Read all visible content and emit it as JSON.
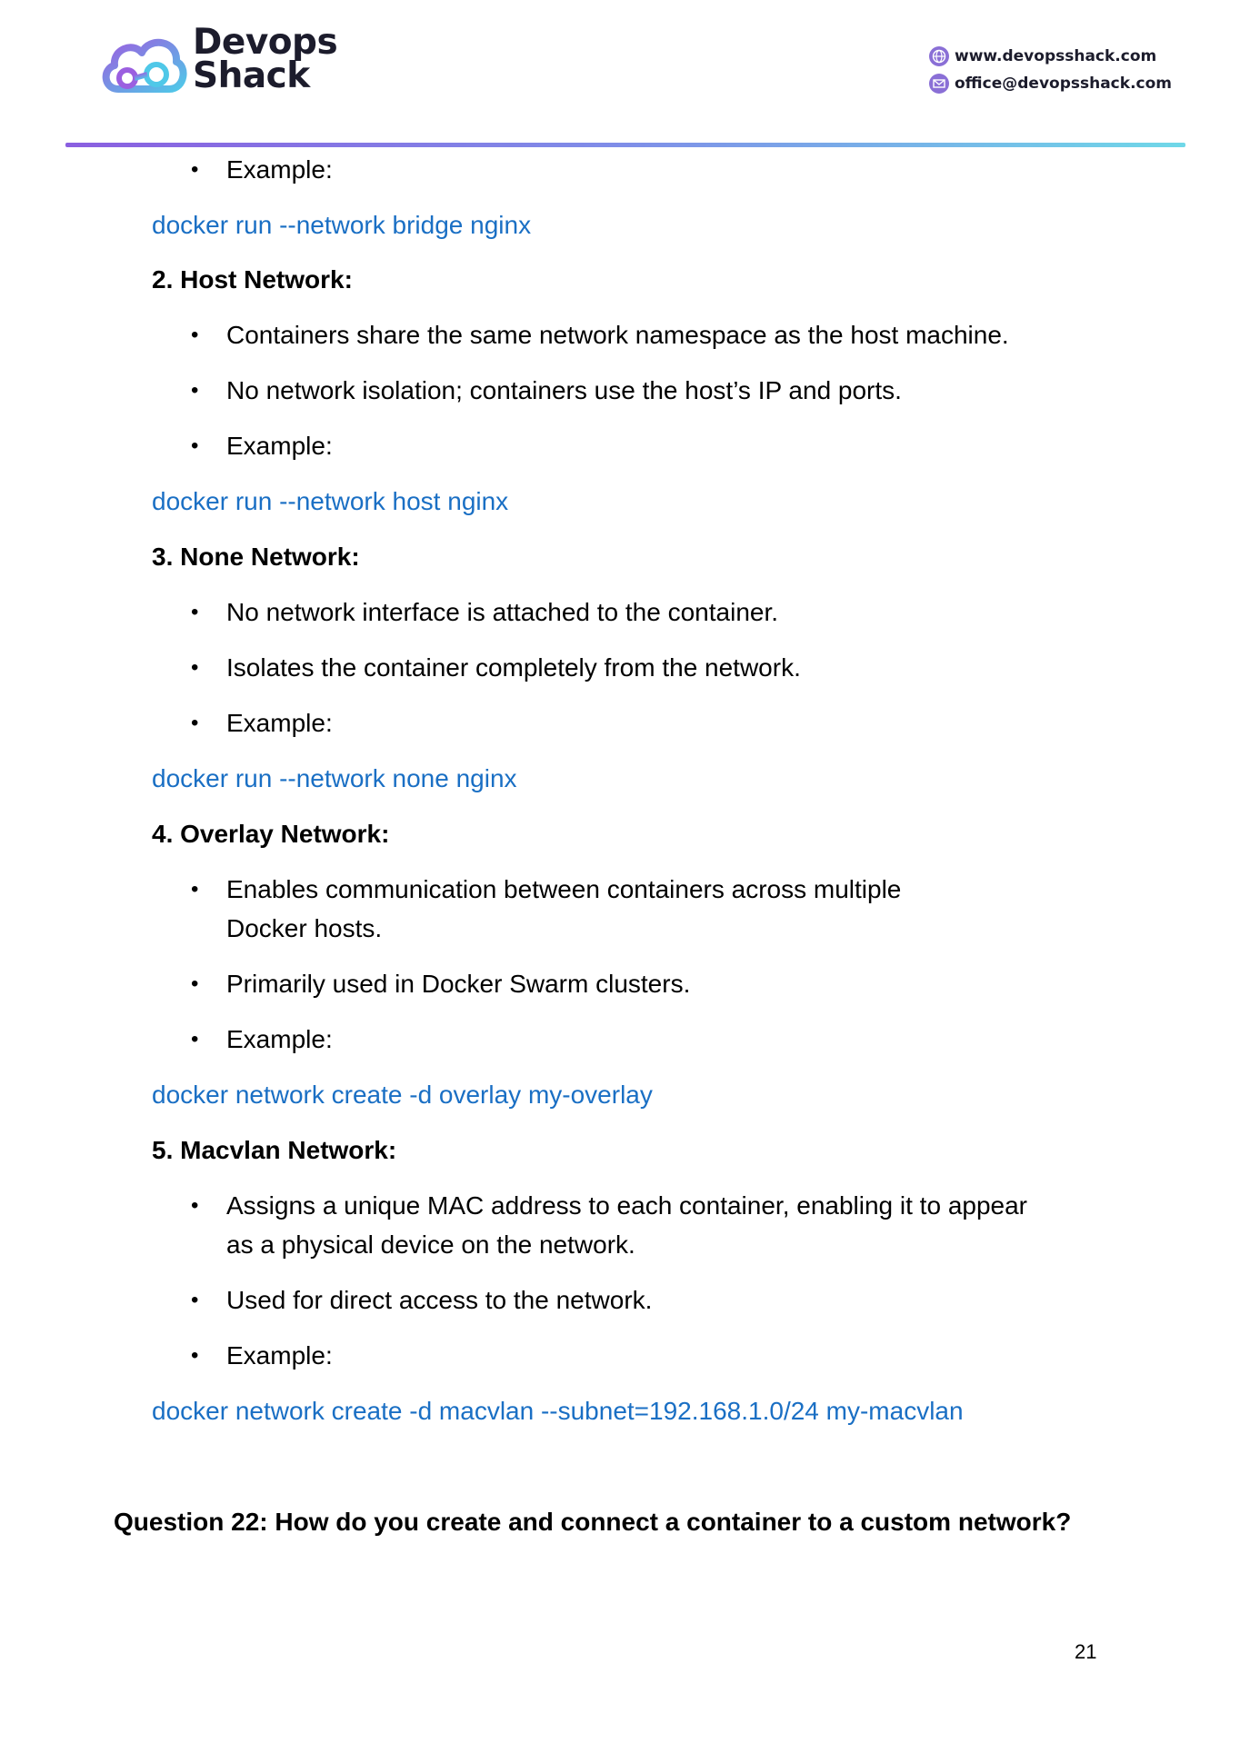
{
  "header": {
    "brand_line1": "Devops",
    "brand_line2": "Shack",
    "website": "www.devopsshack.com",
    "email": "office@devopsshack.com",
    "icons": {
      "website": "globe-icon",
      "email": "mail-icon"
    },
    "colors": {
      "accent_purple": "#8a5fe0",
      "accent_cyan": "#6fd8e8",
      "code_blue": "#1a6fc4"
    }
  },
  "content": {
    "bullet_example_1": "Example:",
    "code_bridge": "docker run --network bridge nginx",
    "host": {
      "heading": "2. Host Network:",
      "b1": "Containers share the same network namespace as the host machine.",
      "b2": "No network isolation; containers use the host’s IP and ports.",
      "b3": "Example:",
      "code": "docker run --network host nginx"
    },
    "none": {
      "heading": "3. None Network:",
      "b1": "No network interface is attached to the container.",
      "b2": "Isolates the container completely from the network.",
      "b3": "Example:",
      "code": "docker run --network none nginx"
    },
    "overlay": {
      "heading": "4. Overlay Network:",
      "b1_line1": "Enables communication between containers across multiple",
      "b1_line2": "Docker hosts.",
      "b2": "Primarily used in Docker Swarm clusters.",
      "b3": "Example:",
      "code": "docker network create -d overlay my-overlay"
    },
    "macvlan": {
      "heading": "5. Macvlan Network:",
      "b1_line1": "Assigns a unique MAC address to each container, enabling it to appear",
      "b1_line2": "as a physical device on the network.",
      "b2": "Used for direct access to the network.",
      "b3": "Example:",
      "code": "docker network create -d macvlan --subnet=192.168.1.0/24 my-macvlan"
    },
    "question": "Question 22: How do you create and connect a container to a custom network?"
  },
  "footer": {
    "page_number": "21"
  }
}
